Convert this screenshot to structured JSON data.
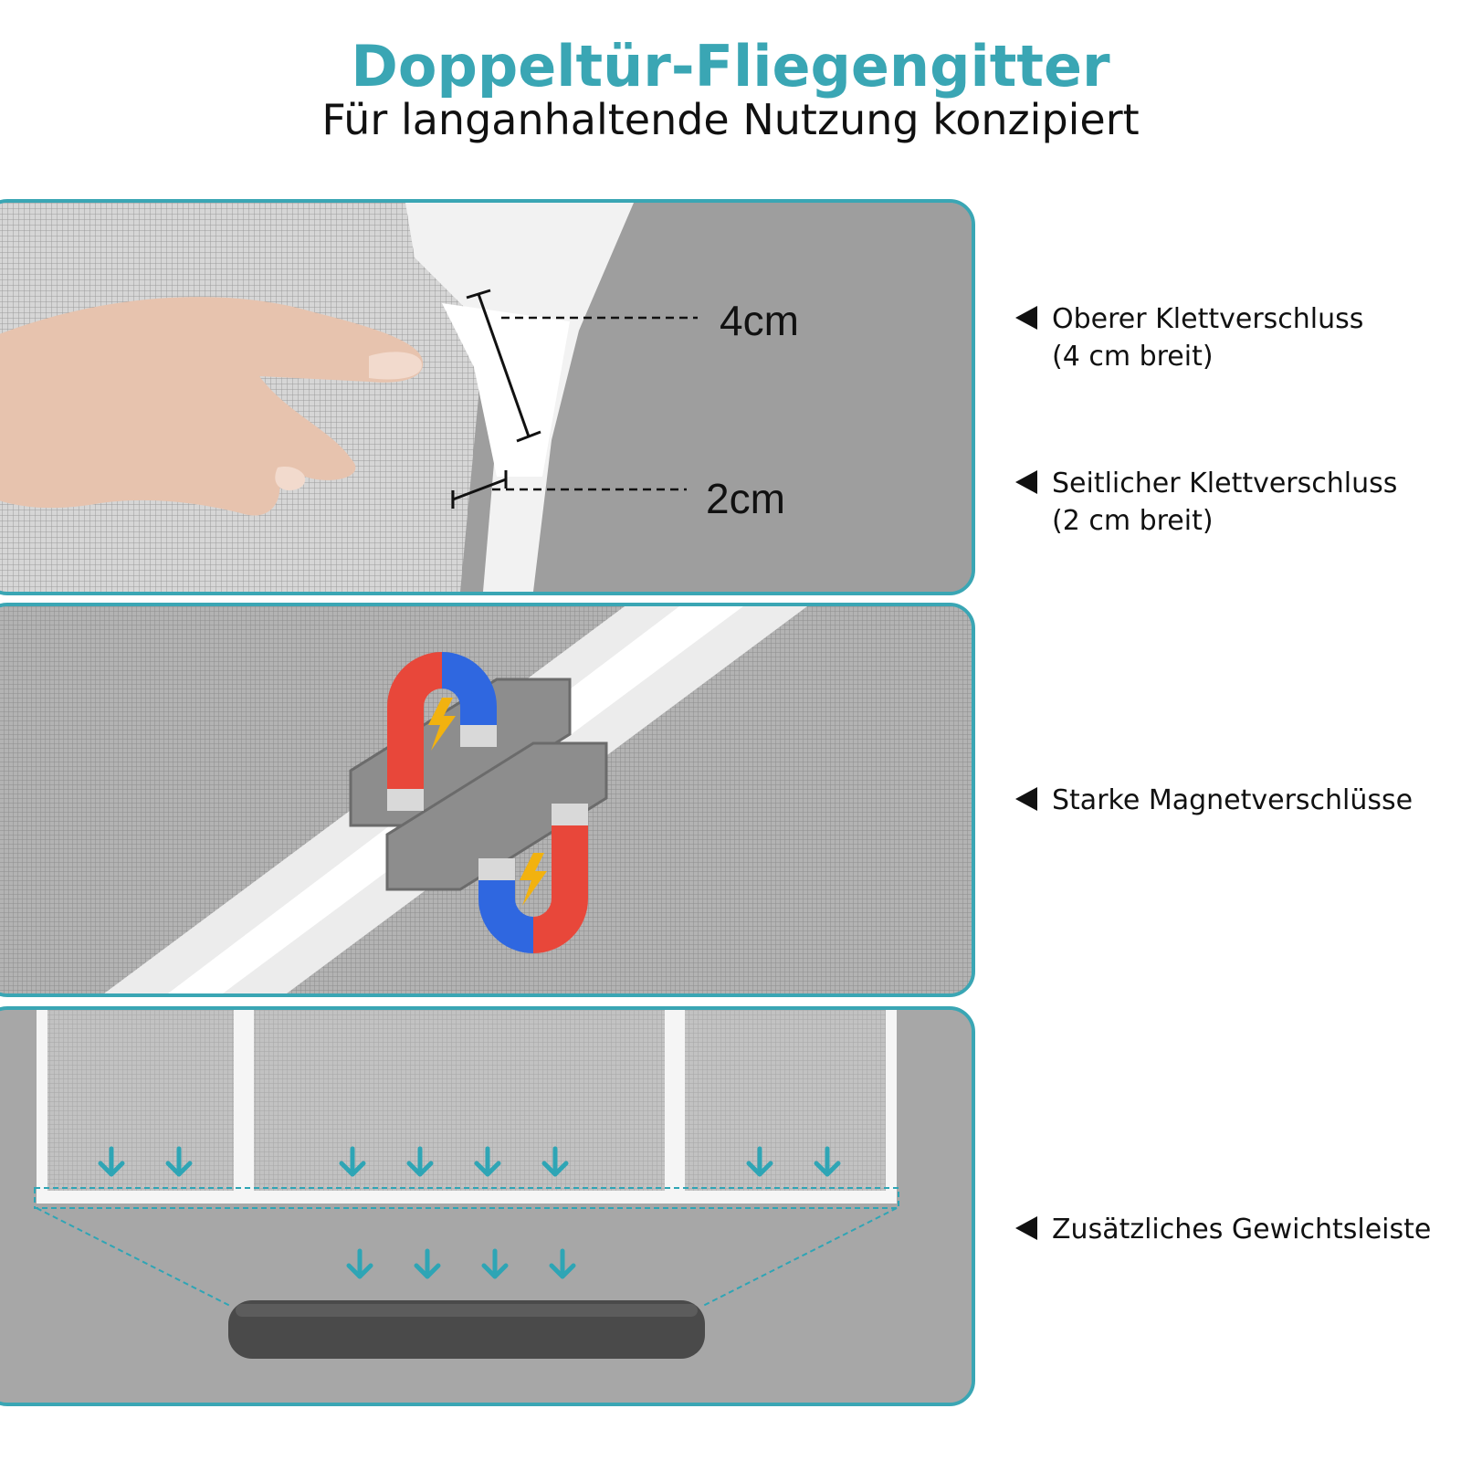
{
  "header": {
    "title": "Doppeltür-Fliegengitter",
    "subtitle": "Für langanhaltende Nutzung konzipiert"
  },
  "measurements": {
    "top_width": "4cm",
    "side_width": "2cm"
  },
  "callouts": [
    {
      "line1": "Oberer Klettverschluss",
      "line2": "(4 cm breit)"
    },
    {
      "line1": "Seitlicher Klettverschluss",
      "line2": "(2 cm breit)"
    },
    {
      "line1": "Starke Magnetverschlüsse",
      "line2": ""
    },
    {
      "line1": "Zusätzliches Gewichtsleiste",
      "line2": ""
    }
  ],
  "colors": {
    "accent": "#3aa6b4",
    "magnet_red": "#e8473a",
    "magnet_blue": "#2f67e0",
    "bolt": "#f2b20f",
    "weight_bar": "#4a4a4a"
  },
  "icons": {
    "callout_marker": "triangle-left-icon",
    "magnet": "horseshoe-magnet-icon",
    "weight_arrow": "down-arrow-icon"
  }
}
